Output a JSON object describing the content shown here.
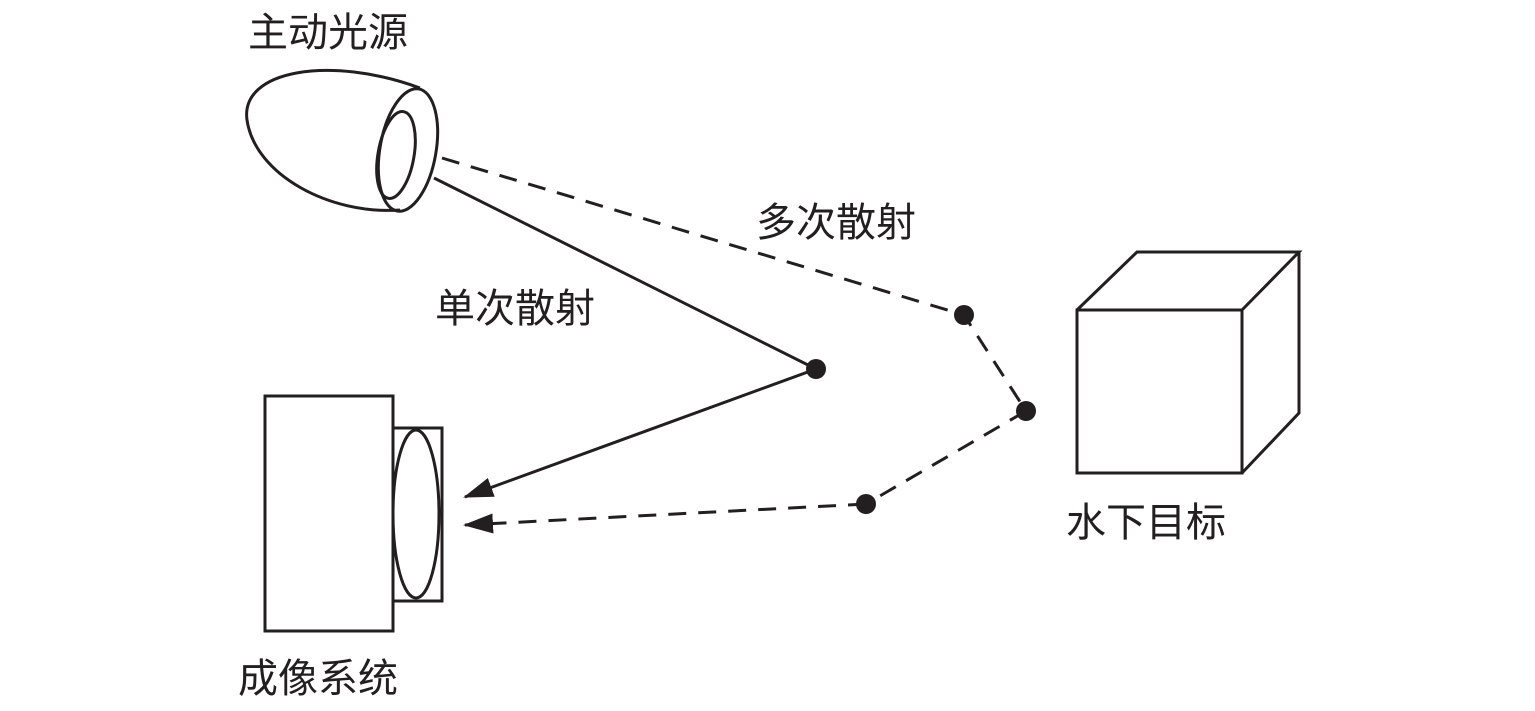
{
  "labels": {
    "light_source": "主动光源",
    "multiple_scattering": "多次散射",
    "single_scattering": "单次散射",
    "imaging_system": "成像系统",
    "underwater_target": "水下目标"
  },
  "colors": {
    "line": "#231f20",
    "background": "#ffffff"
  }
}
